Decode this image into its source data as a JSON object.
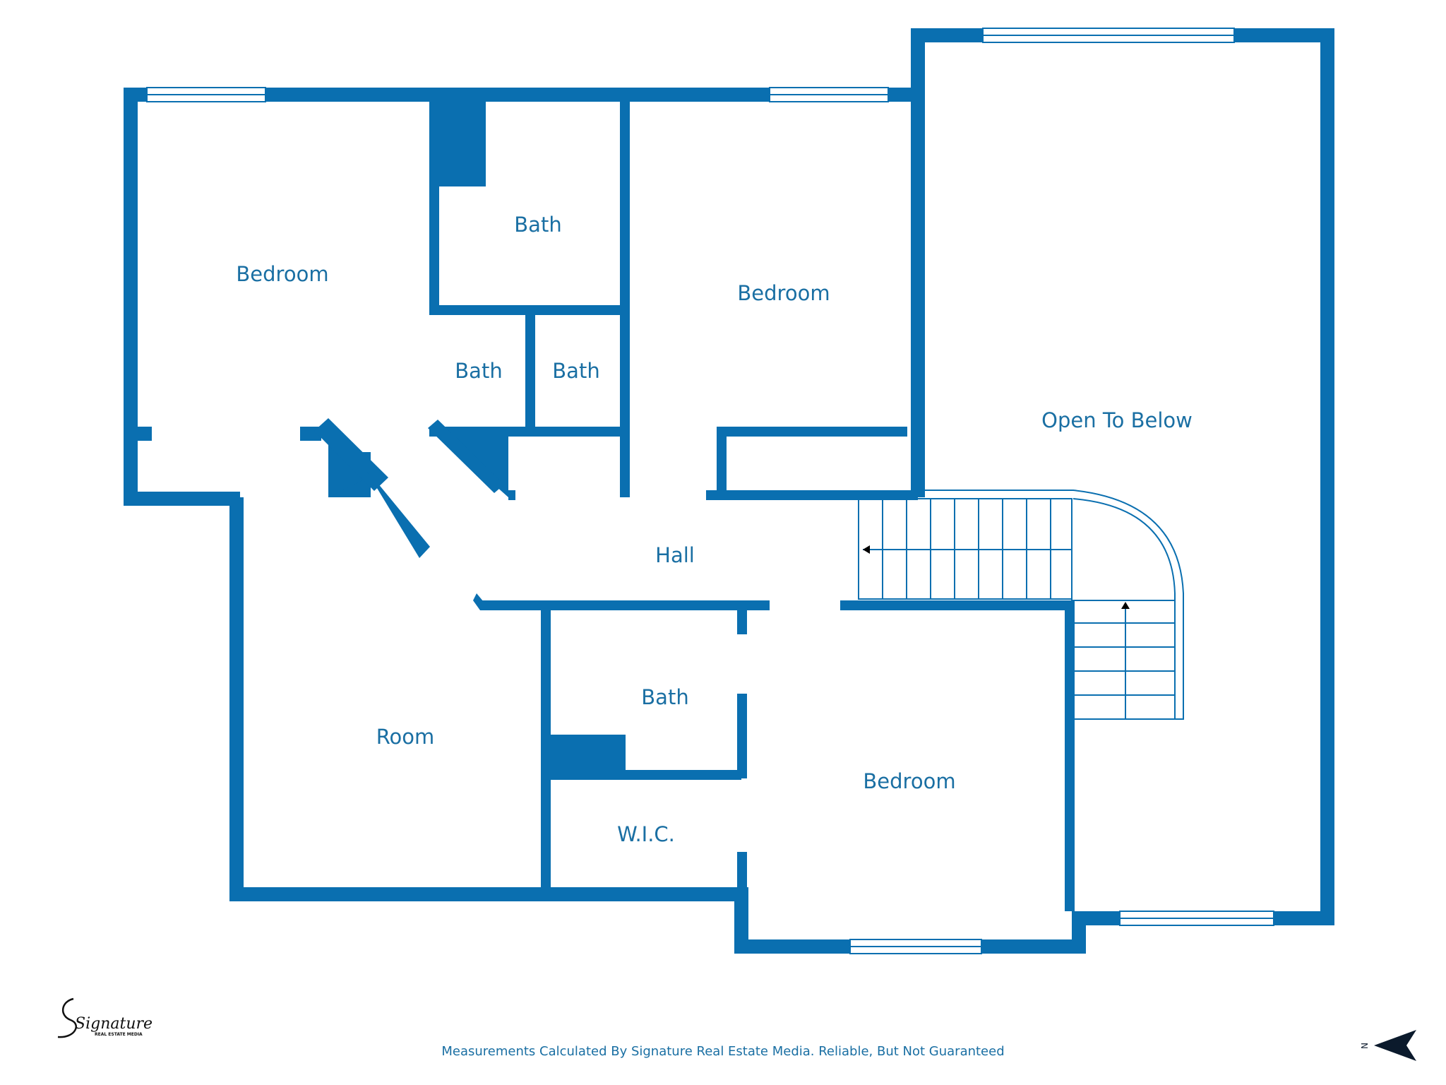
{
  "colors": {
    "wall": "#0a6fb0",
    "label": "#1a6fa3",
    "background": "#ffffff"
  },
  "rooms": {
    "bedroom_nw": "Bedroom",
    "bath_top": "Bath",
    "bath_small_left": "Bath",
    "bath_small_right": "Bath",
    "bedroom_ne": "Bedroom",
    "open_to_below": "Open To Below",
    "hall": "Hall",
    "room": "Room",
    "bath_lower": "Bath",
    "wic": "W.I.C.",
    "bedroom_se": "Bedroom"
  },
  "footer": {
    "note": "Measurements Calculated By Signature Real Estate Media. Reliable, But Not Guaranteed"
  },
  "compass": {
    "direction_label": "N",
    "icon": "north-arrow-icon"
  },
  "brand": {
    "icon": "signature-logo-icon",
    "logo_text": "Signature",
    "logo_subtext": "REAL ESTATE MEDIA"
  }
}
